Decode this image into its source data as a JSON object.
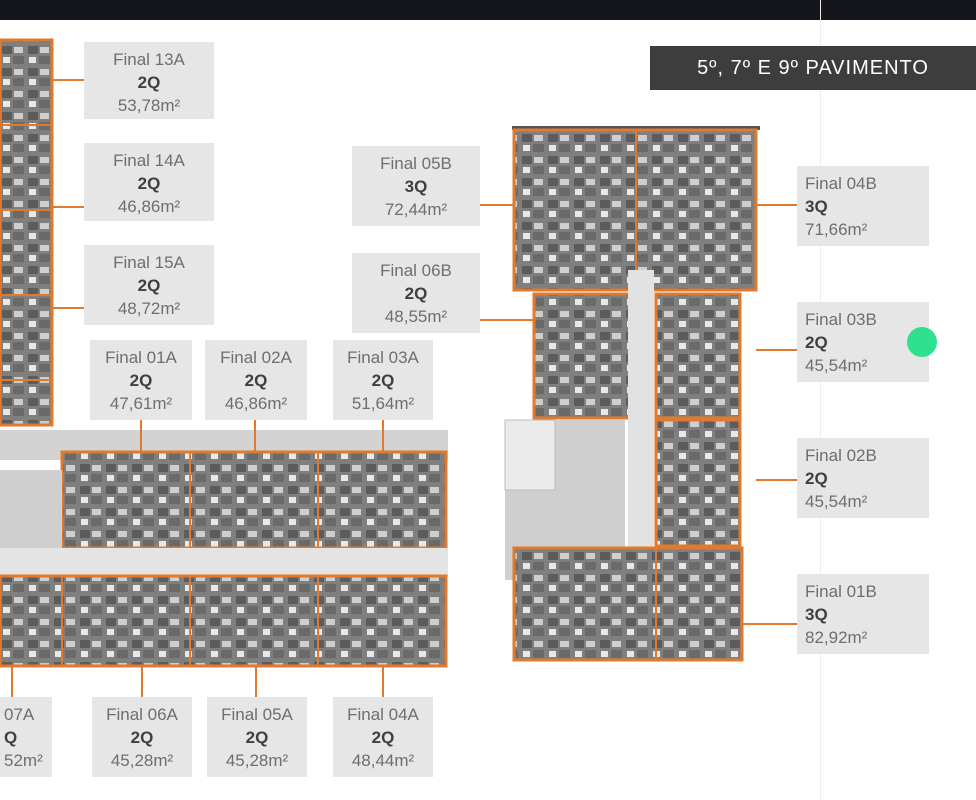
{
  "header": {
    "title": "5º, 7º E 9º PAVIMENTO"
  },
  "units": {
    "u13a": {
      "name": "Final 13A",
      "rooms": "2Q",
      "area": "53,78m²"
    },
    "u14a": {
      "name": "Final 14A",
      "rooms": "2Q",
      "area": "46,86m²"
    },
    "u15a": {
      "name": "Final 15A",
      "rooms": "2Q",
      "area": "48,72m²"
    },
    "u01a": {
      "name": "Final 01A",
      "rooms": "2Q",
      "area": "47,61m²"
    },
    "u02a": {
      "name": "Final 02A",
      "rooms": "2Q",
      "area": "46,86m²"
    },
    "u03a": {
      "name": "Final 03A",
      "rooms": "2Q",
      "area": "51,64m²"
    },
    "u07a": {
      "name": "07A",
      "rooms": "Q",
      "area": "52m²"
    },
    "u06a": {
      "name": "Final 06A",
      "rooms": "2Q",
      "area": "45,28m²"
    },
    "u05a": {
      "name": "Final 05A",
      "rooms": "2Q",
      "area": "45,28m²"
    },
    "u04a": {
      "name": "Final 04A",
      "rooms": "2Q",
      "area": "48,44m²"
    },
    "u05b": {
      "name": "Final 05B",
      "rooms": "3Q",
      "area": "72,44m²"
    },
    "u06b": {
      "name": "Final 06B",
      "rooms": "2Q",
      "area": "48,55m²"
    },
    "u04b": {
      "name": "Final 04B",
      "rooms": "3Q",
      "area": "71,66m²"
    },
    "u03b": {
      "name": "Final 03B",
      "rooms": "2Q",
      "area": "45,54m²"
    },
    "u02b": {
      "name": "Final 02B",
      "rooms": "2Q",
      "area": "45,54m²"
    },
    "u01b": {
      "name": "Final 01B",
      "rooms": "3Q",
      "area": "82,92m²"
    }
  },
  "colors": {
    "wall": "#e07a2e",
    "floor": "#8a8a8a",
    "corridor": "#d9d9d9",
    "marker": "#2fe08e"
  }
}
